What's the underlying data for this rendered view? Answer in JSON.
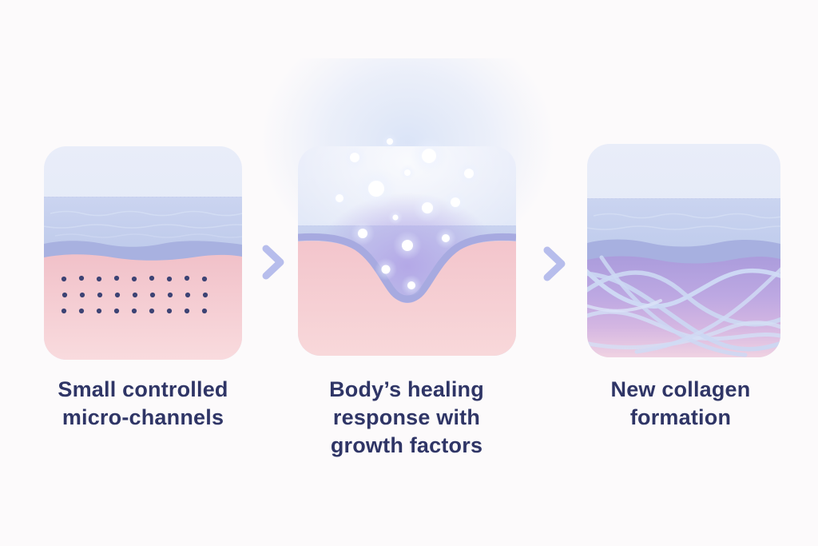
{
  "page": {
    "background_color": "#fcfafb"
  },
  "diagram": {
    "type": "process-flow",
    "subject": "skin treatment healing process",
    "caption_color": "#2f3566",
    "arrow_color": "#b7bdec",
    "steps": [
      {
        "key": "micro-channels",
        "caption_lines": [
          "Small controlled",
          "micro-channels"
        ],
        "illustration": "skin cross-section with 3 rows of 9 navy micro-channel dots in pink dermis"
      },
      {
        "key": "healing-response",
        "caption_lines": [
          "Body’s healing",
          "response with",
          "growth factors"
        ],
        "illustration": "skin cross-section with central dip, purple healing zone, glowing white growth-factor particles and light halo above"
      },
      {
        "key": "collagen-formation",
        "caption_lines": [
          "New collagen",
          "formation"
        ],
        "illustration": "skin cross-section with purple dermis and interweaving light-blue collagen fibers"
      }
    ],
    "palette": {
      "epidermis_top": "#e8ecf9",
      "epidermis_mid": "#c5cfec",
      "membrane_band": "#a8b1e0",
      "dermis_pink_top": "#f2c3cb",
      "dermis_pink_bottom": "#f9dbde",
      "dermis_purple_top": "#ab9cdc",
      "dermis_purple_bottom": "#f0d2e2",
      "micro_channel_dot": "#3d4374",
      "growth_particle": "#ffffff",
      "collagen_fiber": "#cdd9f3",
      "glow_halo": "#dbe4f7"
    }
  }
}
